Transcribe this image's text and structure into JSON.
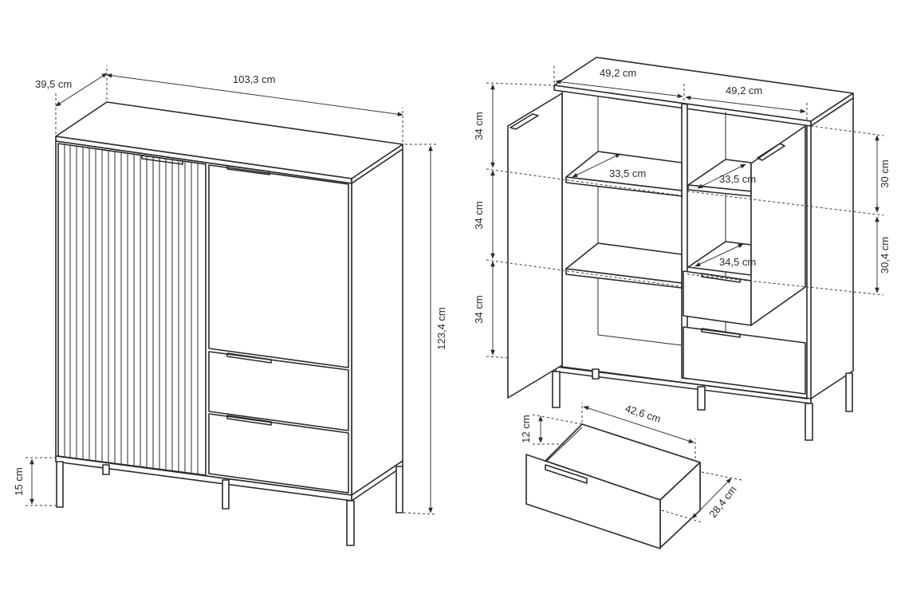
{
  "left_view": {
    "depth": "39,5 cm",
    "width": "103,3 cm",
    "height": "123,4 cm",
    "leg_height": "15 cm"
  },
  "right_view": {
    "compartment_width_left": "49,2 cm",
    "compartment_width_right": "49,2 cm",
    "left_shelf_top": "34 cm",
    "left_shelf_middle": "34 cm",
    "left_shelf_bottom": "34 cm",
    "right_top": "30 cm",
    "right_middle": "30,4 cm",
    "shelf_depth_left": "33,5 cm",
    "shelf_depth_right": "33,5 cm",
    "shelf_depth_lower": "34,5 cm"
  },
  "drawer_view": {
    "height": "12 cm",
    "width": "42,6 cm",
    "depth": "28,4 cm"
  }
}
